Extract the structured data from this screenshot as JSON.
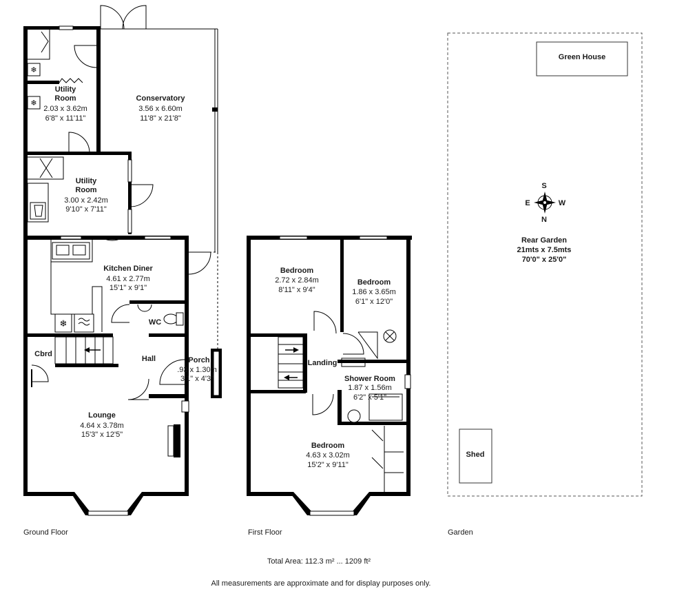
{
  "ground_floor": {
    "caption": "Ground Floor",
    "rooms": {
      "utility1": {
        "name_line1": "Utility",
        "name_line2": "Room",
        "metric": "2.03 x 3.62m",
        "imperial": "6'8\" x 11'11\""
      },
      "conservatory": {
        "name": "Conservatory",
        "metric": "3.56 x 6.60m",
        "imperial": "11'8\" x 21'8\""
      },
      "utility2": {
        "name_line1": "Utility",
        "name_line2": "Room",
        "metric": "3.00 x 2.42m",
        "imperial": "9'10\" x 7'11\""
      },
      "kitchen": {
        "name": "Kitchen Diner",
        "metric": "4.61 x 2.77m",
        "imperial": "15'1\" x 9'1\""
      },
      "wc": {
        "name": "WC"
      },
      "cbrd": {
        "name": "Cbrd"
      },
      "hall": {
        "name": "Hall"
      },
      "porch": {
        "name": "Porch",
        "metric": ".93 x 1.30m",
        "imperial": "3'1\" x 4'3\""
      },
      "lounge": {
        "name": "Lounge",
        "metric": "4.64 x 3.78m",
        "imperial": "15'3\" x 12'5\""
      }
    }
  },
  "first_floor": {
    "caption": "First Floor",
    "rooms": {
      "bedroom1": {
        "name": "Bedroom",
        "metric": "2.72 x 2.84m",
        "imperial": "8'11\" x 9'4\""
      },
      "bedroom2": {
        "name": "Bedroom",
        "metric": "1.86 x 3.65m",
        "imperial": "6'1\" x 12'0\""
      },
      "landing": {
        "name": "Landing"
      },
      "shower": {
        "name": "Shower Room",
        "metric": "1.87 x 1.56m",
        "imperial": "6'2\" x 5'1\""
      },
      "bedroom3": {
        "name": "Bedroom",
        "metric": "4.63 x 3.02m",
        "imperial": "15'2\" x 9'11\""
      }
    }
  },
  "garden": {
    "caption": "Garden",
    "green_house": "Green House",
    "rear_garden": {
      "name": "Rear Garden",
      "metric": "21mts x 7.5mts",
      "imperial": "70'0\" x 25'0\""
    },
    "shed": "Shed",
    "compass": {
      "s": "S",
      "e": "E",
      "w": "W",
      "n": "N"
    }
  },
  "footer": {
    "total_area": "Total Area: 112.3 m² ... 1209 ft²",
    "disclaimer": "All measurements are approximate and for display purposes only."
  },
  "colors": {
    "wall": "#000000",
    "background": "#ffffff",
    "dashed": "#555555"
  }
}
